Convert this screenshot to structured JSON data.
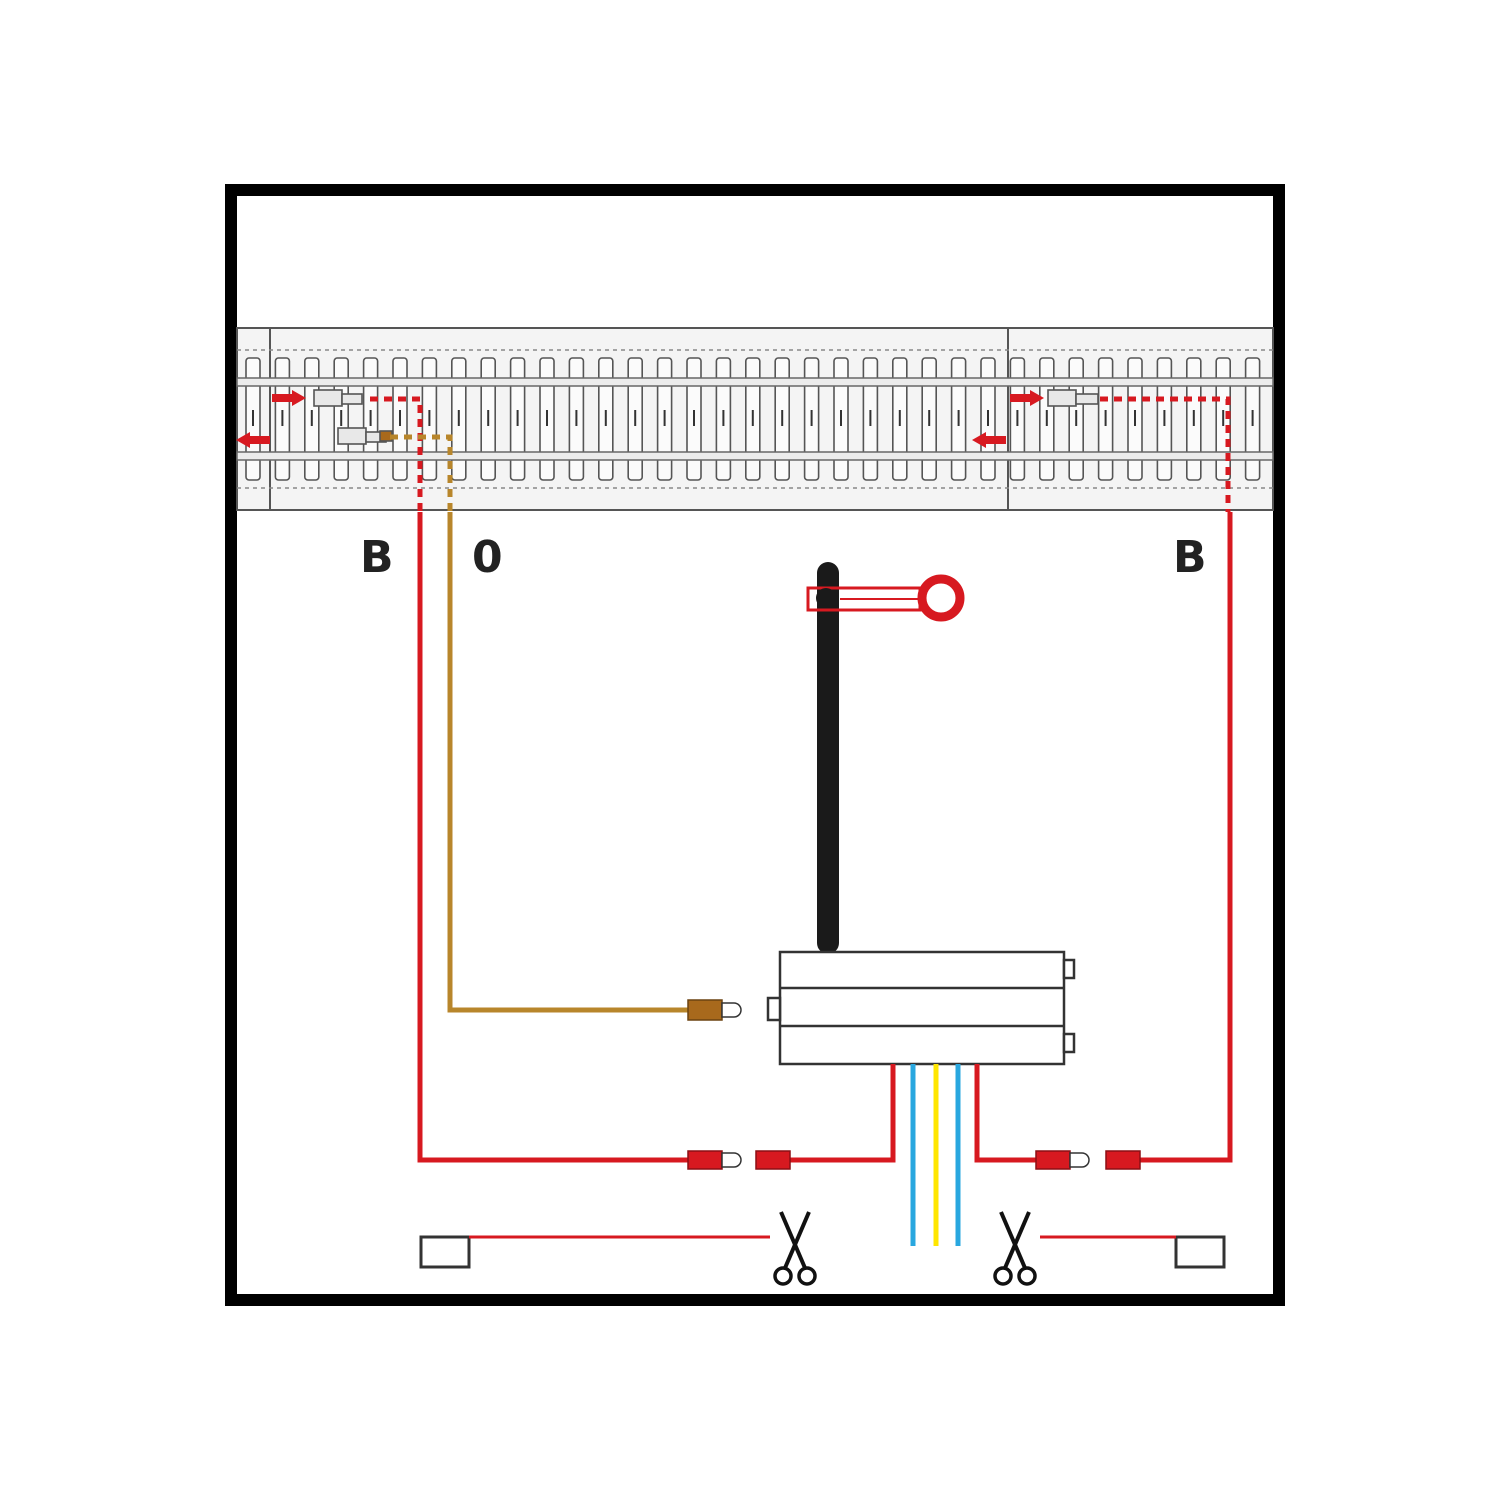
{
  "labels": {
    "left_track_feed": "B",
    "ground": "0",
    "right_track_feed": "B"
  },
  "colors": {
    "frame": "#000000",
    "track_outline": "#555555",
    "feed_wire": "#d71920",
    "ground_wire": "#b8862b",
    "connector_ground": "#a8691c",
    "mast": "#1a1a1a",
    "blue_wire": "#29a7df",
    "yellow_wire": "#ffe600",
    "box_outline": "#333333"
  },
  "icons": {
    "left_cut": "scissors-icon",
    "right_cut": "scissors-icon",
    "signal": "semaphore-signal-icon"
  }
}
